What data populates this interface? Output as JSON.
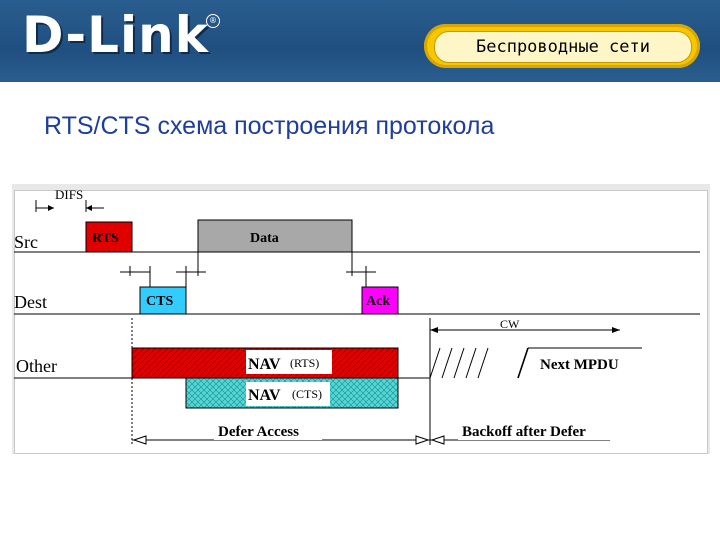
{
  "header": {
    "logo_text": "D-Link",
    "registered_mark": "®",
    "section_label": "Беспроводные сети",
    "brand_color": "#1f4f80",
    "pill_color": "#f6c700"
  },
  "slide_title": "RTS/CTS схема построения протокола",
  "diagram": {
    "row_labels": {
      "src": "Src",
      "dest": "Dest",
      "other": "Other"
    },
    "difs_label": "DIFS",
    "frames": {
      "rts": "RTS",
      "data": "Data",
      "cts": "CTS",
      "ack": "Ack",
      "next_mpdu": "Next MPDU"
    },
    "nav_rts": {
      "main": "NAV",
      "sub": "(RTS)"
    },
    "nav_cts": {
      "main": "NAV",
      "sub": "(CTS)"
    },
    "cw_label": "CW",
    "defer_access": "Defer Access",
    "backoff": "Backoff after Defer",
    "colors": {
      "rts": "#e00000",
      "data": "#a8a8a8",
      "cts": "#33ccff",
      "ack": "#ff00ff",
      "nav_rts": "#e00000",
      "nav_cts": "#44cccc"
    }
  }
}
